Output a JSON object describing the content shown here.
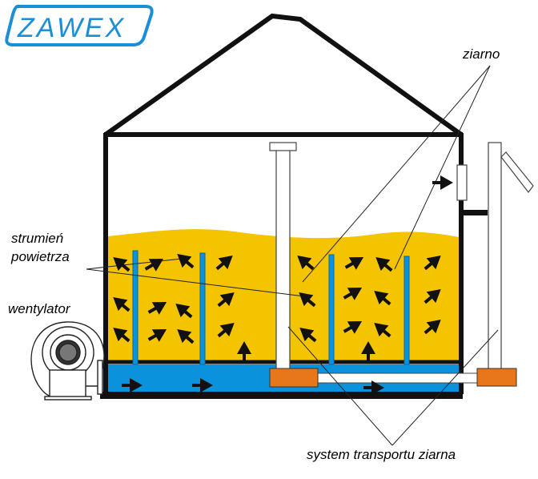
{
  "logo": {
    "text": "ZAWEX"
  },
  "labels": {
    "grain": "ziarno",
    "airflow_line1": "strumień",
    "airflow_line2": "powietrza",
    "fan": "wentylator",
    "transport": "system transportu ziarna"
  },
  "colors": {
    "blue": "#0a93dc",
    "grain": "#f5c400",
    "orange": "#e8761a",
    "outline": "#111111"
  }
}
